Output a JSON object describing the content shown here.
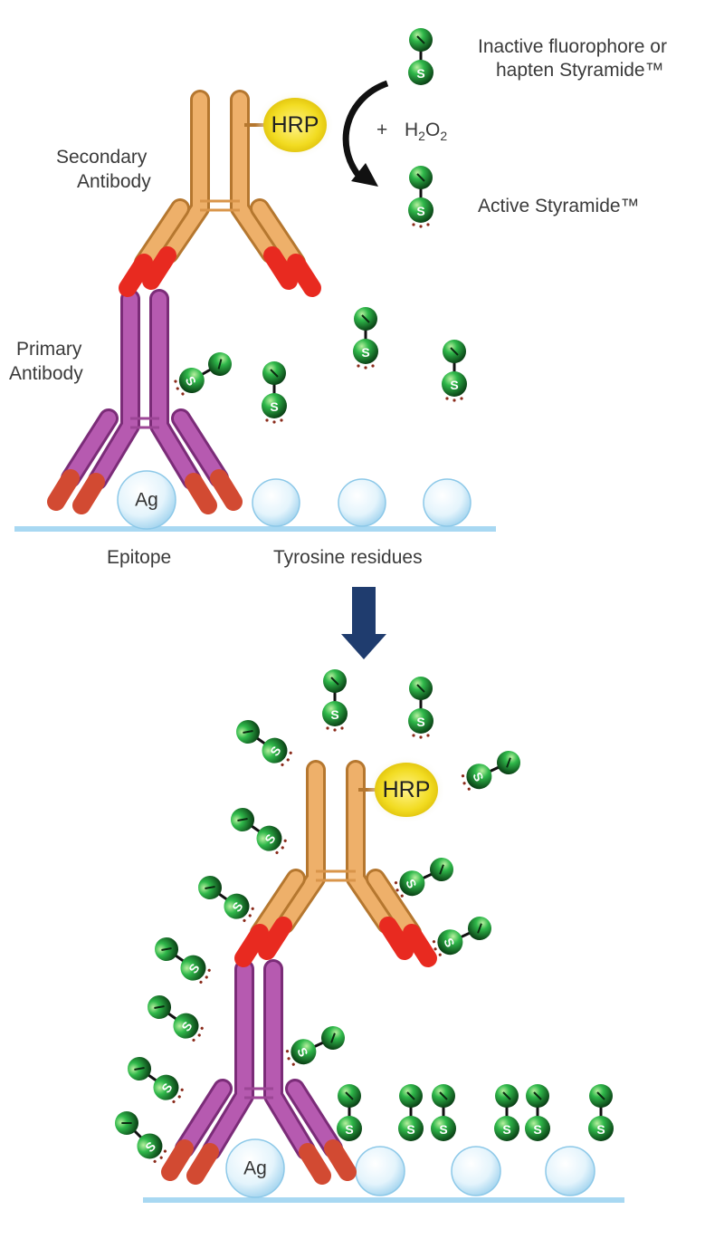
{
  "labels": {
    "inactive_line1": "Inactive fluorophore or",
    "inactive_line2": "hapten Styramide™",
    "plus": "+",
    "h2o2": "H2O2",
    "active": "Active Styramide™",
    "secondary_line1": "Secondary",
    "secondary_line2": "Antibody",
    "primary_line1": "Primary",
    "primary_line2": "Antibody",
    "epitope": "Epitope",
    "tyrosine": "Tyrosine residues"
  },
  "molecules": {
    "hrp": "HRP",
    "antigen": "Ag",
    "styramide_mark": "S"
  },
  "colors": {
    "secondary_antibody": "#e8a85e",
    "secondary_tip": "#e82a20",
    "primary_antibody": "#b04fa8",
    "primary_tip": "#d24a32",
    "hrp": "#f2dc22",
    "styramide": "#1fa03a",
    "surface": "#a8d8f2",
    "arrow": "#1f3c6e"
  }
}
